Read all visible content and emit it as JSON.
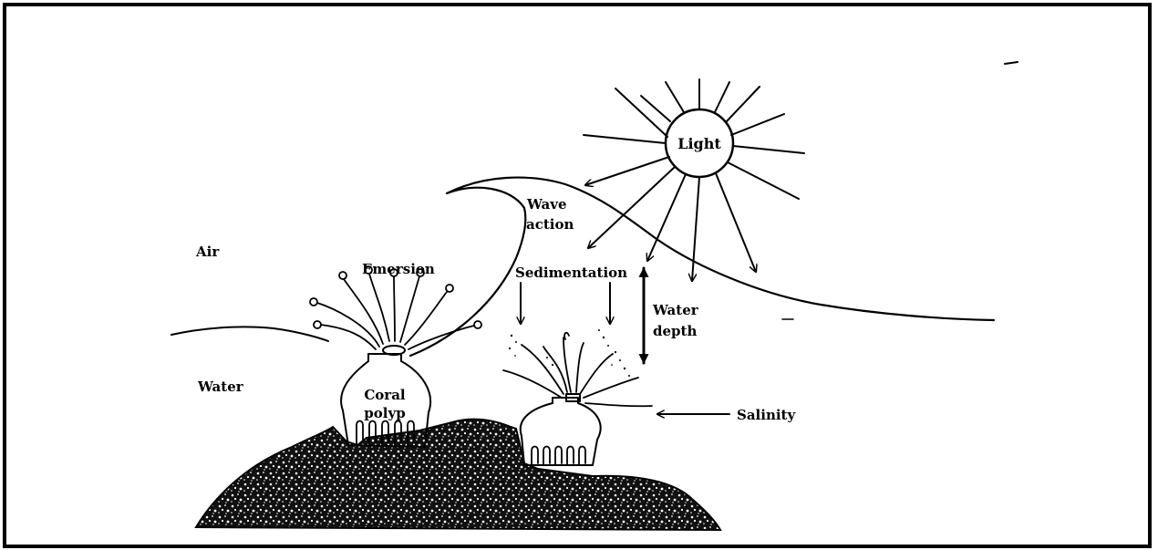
{
  "labels": {
    "light": "Light",
    "wave_action_line1": "Wave",
    "wave_action_line2": "action",
    "air": "Air",
    "emersion": "Emersion",
    "sedimentation": "Sedimentation",
    "water_depth_line1": "Water",
    "water_depth_line2": "depth",
    "water": "Water",
    "coral_polyp_line1": "Coral",
    "coral_polyp_line2": "polyp",
    "salinity": "Salinity"
  }
}
